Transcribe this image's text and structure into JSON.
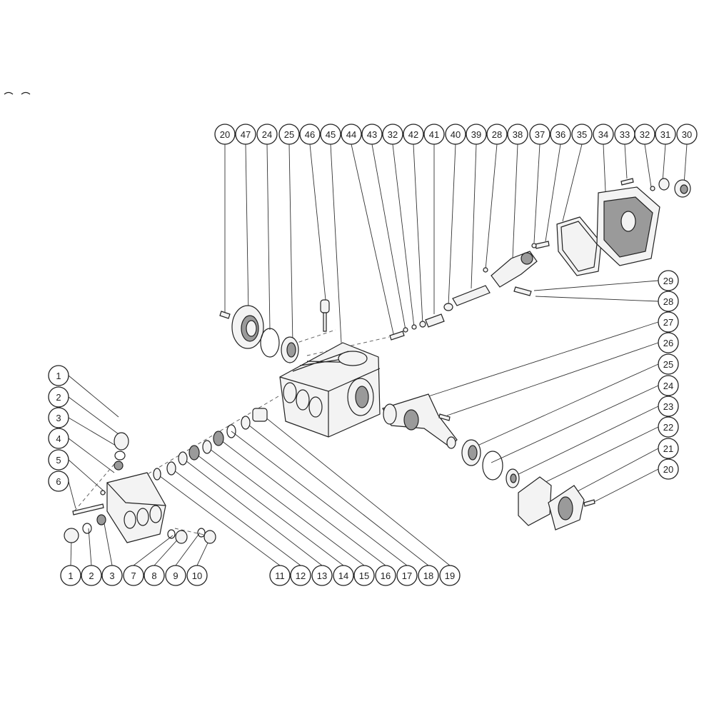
{
  "callouts": [
    {
      "label": "20"
    },
    {
      "label": "47"
    },
    {
      "label": "24"
    },
    {
      "label": "25"
    },
    {
      "label": "46"
    },
    {
      "label": "45"
    },
    {
      "label": "44"
    },
    {
      "label": "43"
    },
    {
      "label": "32"
    },
    {
      "label": "42"
    },
    {
      "label": "41"
    },
    {
      "label": "40"
    },
    {
      "label": "39"
    },
    {
      "label": "28"
    },
    {
      "label": "38"
    },
    {
      "label": "37"
    },
    {
      "label": "36"
    },
    {
      "label": "35"
    },
    {
      "label": "34"
    },
    {
      "label": "33"
    },
    {
      "label": "32"
    },
    {
      "label": "31"
    },
    {
      "label": "30"
    },
    {
      "label": "29"
    },
    {
      "label": "28"
    },
    {
      "label": "27"
    },
    {
      "label": "26"
    },
    {
      "label": "25"
    },
    {
      "label": "24"
    },
    {
      "label": "23"
    },
    {
      "label": "22"
    },
    {
      "label": "21"
    },
    {
      "label": "20"
    },
    {
      "label": "1"
    },
    {
      "label": "2"
    },
    {
      "label": "3"
    },
    {
      "label": "4"
    },
    {
      "label": "5"
    },
    {
      "label": "6"
    },
    {
      "label": "1"
    },
    {
      "label": "2"
    },
    {
      "label": "3"
    },
    {
      "label": "7"
    },
    {
      "label": "8"
    },
    {
      "label": "9"
    },
    {
      "label": "10"
    },
    {
      "label": "11"
    },
    {
      "label": "12"
    },
    {
      "label": "13"
    },
    {
      "label": "14"
    },
    {
      "label": "15"
    },
    {
      "label": "16"
    },
    {
      "label": "17"
    },
    {
      "label": "18"
    },
    {
      "label": "19"
    }
  ]
}
